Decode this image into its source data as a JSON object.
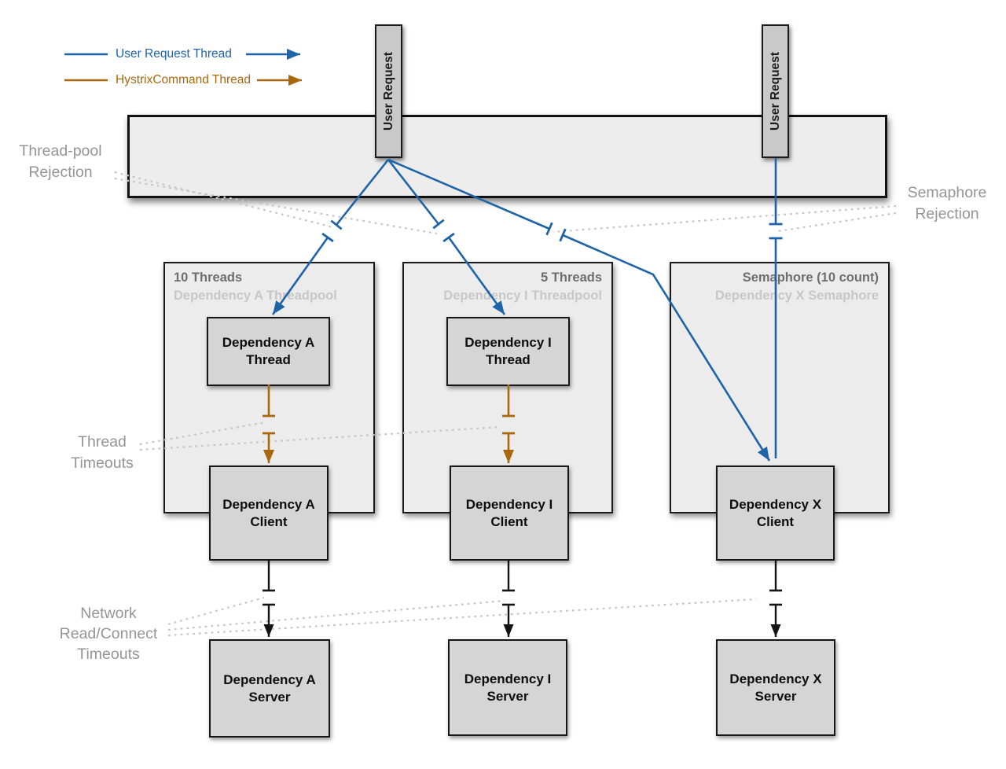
{
  "colors": {
    "blue": "#1f63a8",
    "orange": "#a8690e",
    "black": "#141414",
    "dot": "#c6c6c6"
  },
  "legend": {
    "items": [
      {
        "label": "User Request Thread",
        "color": "#1f63a8"
      },
      {
        "label": "HystrixCommand Thread",
        "color": "#a8690e"
      }
    ]
  },
  "user_requests": [
    {
      "label": "User Request"
    },
    {
      "label": "User Request"
    }
  ],
  "annotations": {
    "thread_pool_rejection": {
      "lines": [
        "Thread-pool",
        "Rejection"
      ]
    },
    "semaphore_rejection": {
      "lines": [
        "Semaphore",
        "Rejection"
      ]
    },
    "thread_timeouts": {
      "lines": [
        "Thread",
        "Timeouts"
      ]
    },
    "network_timeouts": {
      "lines": [
        "Network",
        "Read/Connect",
        "Timeouts"
      ]
    }
  },
  "pools": [
    {
      "title": "10 Threads",
      "subtitle": "Dependency A Threadpool"
    },
    {
      "title": "5 Threads",
      "subtitle": "Dependency I Threadpool"
    },
    {
      "title": "Semaphore (10 count)",
      "subtitle": "Dependency X Semaphore"
    }
  ],
  "nodes": {
    "thread_a": {
      "lines": [
        "Dependency A",
        "Thread"
      ]
    },
    "thread_i": {
      "lines": [
        "Dependency I",
        "Thread"
      ]
    },
    "client_a": {
      "lines": [
        "Dependency A",
        "Client"
      ]
    },
    "client_i": {
      "lines": [
        "Dependency I",
        "Client"
      ]
    },
    "client_x": {
      "lines": [
        "Dependency X",
        "Client"
      ]
    },
    "server_a": {
      "lines": [
        "Dependency A",
        "Server"
      ]
    },
    "server_i": {
      "lines": [
        "Dependency I",
        "Server"
      ]
    },
    "server_x": {
      "lines": [
        "Dependency X",
        "Server"
      ]
    }
  }
}
